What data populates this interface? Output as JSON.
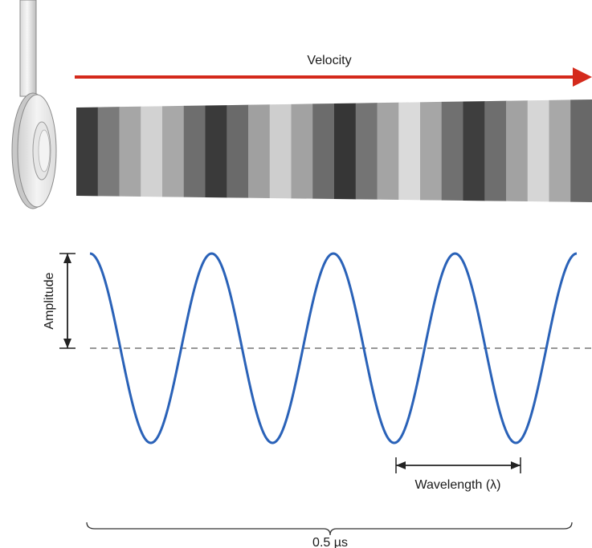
{
  "labels": {
    "velocity": "Velocity",
    "amplitude": "Amplitude",
    "wavelength": "Wavelength (λ)",
    "duration": "0.5 µs"
  },
  "wave": {
    "cycles": 4,
    "color": "#2a62b8",
    "baseline_color": "#777777"
  },
  "velocity_arrow_color": "#d42a1c",
  "compression_band": {
    "shades": [
      "#3c3c3c",
      "#7a7a7a",
      "#a6a6a6",
      "#d2d2d2",
      "#a8a8a8",
      "#6e6e6e",
      "#3a3a3a",
      "#6a6a6a",
      "#a0a0a0",
      "#cecece",
      "#a2a2a2",
      "#6c6c6c",
      "#363636",
      "#747474",
      "#a4a4a4",
      "#dadada",
      "#a6a6a6",
      "#707070",
      "#3e3e3e",
      "#6e6e6e",
      "#a2a2a2",
      "#d6d6d6",
      "#a8a8a8",
      "#686868"
    ]
  }
}
